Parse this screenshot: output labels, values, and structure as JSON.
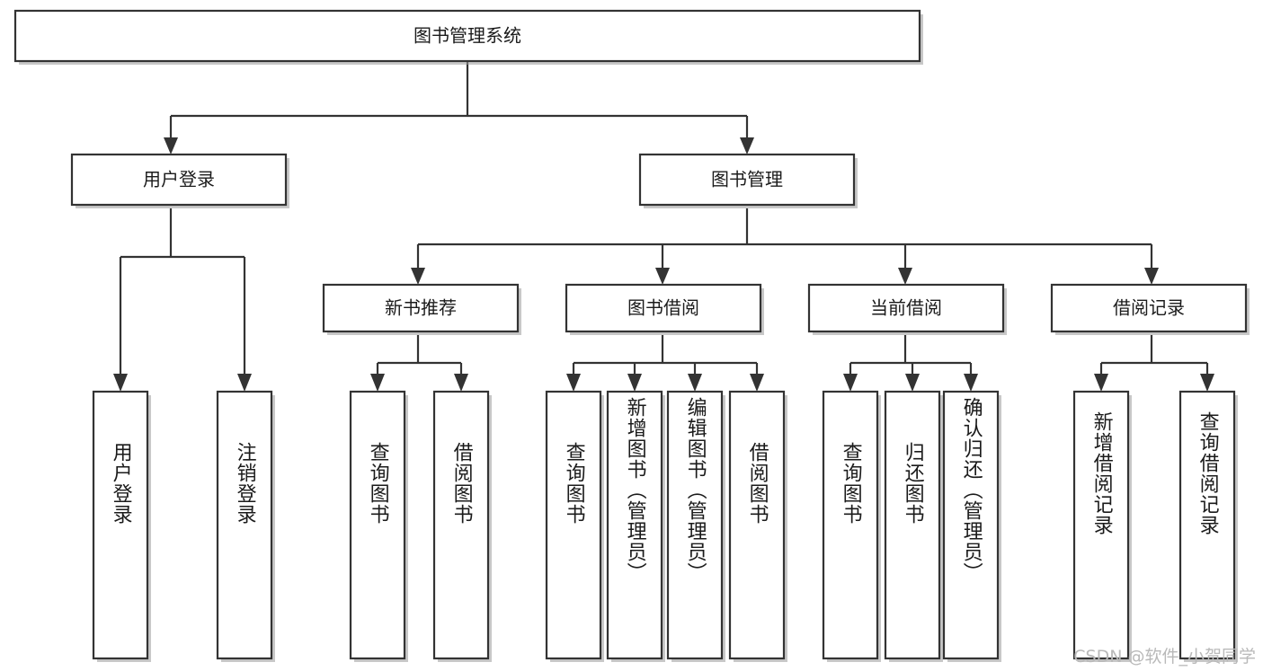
{
  "diagram": {
    "title": "图书管理系统",
    "watermark": "CSDN @软件_小贺同学",
    "levels": {
      "root": {
        "label": "图书管理系统"
      },
      "level2": [
        {
          "label": "用户登录"
        },
        {
          "label": "图书管理"
        }
      ],
      "level3": [
        {
          "label": "新书推荐"
        },
        {
          "label": "图书借阅"
        },
        {
          "label": "当前借阅"
        },
        {
          "label": "借阅记录"
        }
      ],
      "leaves": [
        {
          "label": "用户登录",
          "parent": "用户登录"
        },
        {
          "label": "注销登录",
          "parent": "用户登录"
        },
        {
          "label": "查询图书",
          "parent": "新书推荐"
        },
        {
          "label": "借阅图书",
          "parent": "新书推荐"
        },
        {
          "label": "查询图书",
          "parent": "图书借阅"
        },
        {
          "label": "新增图书（管理员）",
          "parent": "图书借阅"
        },
        {
          "label": "编辑图书（管理员）",
          "parent": "图书借阅"
        },
        {
          "label": "借阅图书",
          "parent": "图书借阅"
        },
        {
          "label": "查询图书",
          "parent": "当前借阅"
        },
        {
          "label": "归还图书",
          "parent": "当前借阅"
        },
        {
          "label": "确认归还（管理员）",
          "parent": "当前借阅"
        },
        {
          "label": "新增借阅记录",
          "parent": "借阅记录"
        },
        {
          "label": "查询借阅记录",
          "parent": "借阅记录"
        }
      ]
    },
    "colors": {
      "stroke": "#333333",
      "fill": "#ffffff",
      "text": "#1b1b1b",
      "watermark": "#b9b9b9"
    }
  }
}
